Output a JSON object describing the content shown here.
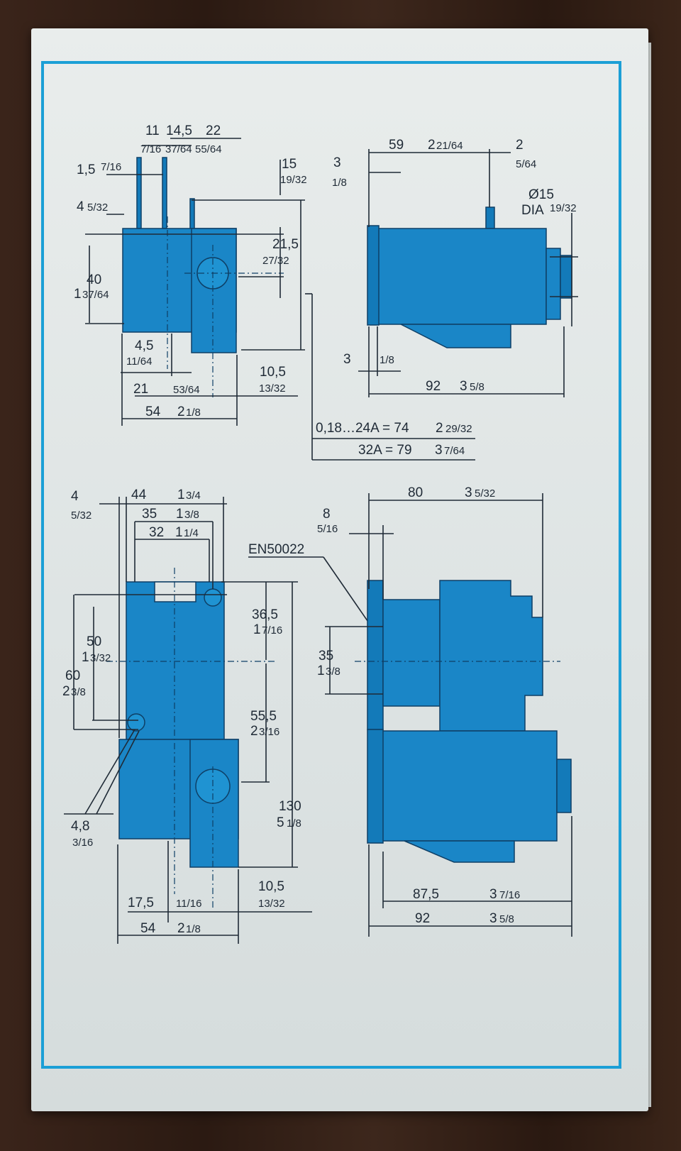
{
  "colors": {
    "border": "#1b9fd6",
    "part": "#1a86c7",
    "ink": "#1f2a36"
  },
  "top_left_view": {
    "d_11": "11",
    "d_7_16": "7/16",
    "d_14_5": "14,5",
    "d_37_64": "37/64",
    "d_22": "22",
    "d_55_64": "55/64",
    "d_1_5": "1,5",
    "d_7_16b": "7/16",
    "d_15": "15",
    "d_19_32": "19/32",
    "d_4": "4",
    "d_5_32": "5/32",
    "d_21_5": "21,5",
    "d_27_32": "27/32",
    "d_40": "40",
    "d_1_37_64": "1",
    "d_1_37_64_frac": "37/64",
    "d_4_5": "4,5",
    "d_11_64": "11/64",
    "d_21": "21",
    "d_53_64": "53/64",
    "d_10_5": "10,5",
    "d_13_32": "13/32",
    "d_54": "54",
    "d_2_1_8": "2",
    "d_2_1_8_frac": "1/8"
  },
  "top_right_view": {
    "d_59": "59",
    "d_2_21_64": "2",
    "d_2_21_64_frac": "21/64",
    "d_2": "2",
    "d_5_64": "5/64",
    "d_3": "3",
    "d_1_8": "1/8",
    "d_phi15": "Ø15",
    "d_dia": "DIA",
    "d_dia_19_32": "19/32",
    "d_3b": "3",
    "d_1_8b": "1/8",
    "d_92": "92",
    "d_3_5_8": "3",
    "d_3_5_8_frac": "5/8"
  },
  "table": {
    "row1_label": "0,18…24A = 74",
    "row1_value": "2",
    "row1_frac": "29/32",
    "row2_label": "32A = 79",
    "row2_value": "3",
    "row2_frac": "7/64"
  },
  "bottom_left_view": {
    "d_4": "4",
    "d_5_32": "5/32",
    "d_44": "44",
    "d_1_3_4": "1",
    "d_1_3_4_frac": "3/4",
    "d_35": "35",
    "d_1_3_8": "1",
    "d_1_3_8_frac": "3/8",
    "d_32": "32",
    "d_1_1_4": "1",
    "d_1_1_4_frac": "1/4",
    "en": "EN50022",
    "d_36_5": "36,5",
    "d_17_16": "1",
    "d_17_16_frac": "7/16",
    "d_50": "50",
    "d_1_3_32": "1",
    "d_1_3_32_frac": "3/32",
    "d_60": "60",
    "d_2_3_8": "2",
    "d_2_3_8_frac": "3/8",
    "d_55_5": "55,5",
    "d_2_3_16": "2",
    "d_2_3_16_frac": "3/16",
    "d_130": "130",
    "d_5_1_8": "5",
    "d_5_1_8_frac": "1/8",
    "d_4_8": "4,8",
    "d_3_16": "3/16",
    "d_17_5": "17,5",
    "d_11_16": "11/16",
    "d_10_5": "10,5",
    "d_13_32": "13/32",
    "d_54": "54",
    "d_2_1_8": "2",
    "d_2_1_8_frac": "1/8"
  },
  "bottom_right_view": {
    "d_80": "80",
    "d_3_5_32": "3",
    "d_3_5_32_frac": "5/32",
    "d_8": "8",
    "d_5_16": "5/16",
    "d_35": "35",
    "d_1_3_8": "1",
    "d_1_3_8_frac": "3/8",
    "d_87_5": "87,5",
    "d_3_7_16": "3",
    "d_3_7_16_frac": "7/16",
    "d_92": "92",
    "d_3_5_8": "3",
    "d_3_5_8_frac": "5/8"
  }
}
